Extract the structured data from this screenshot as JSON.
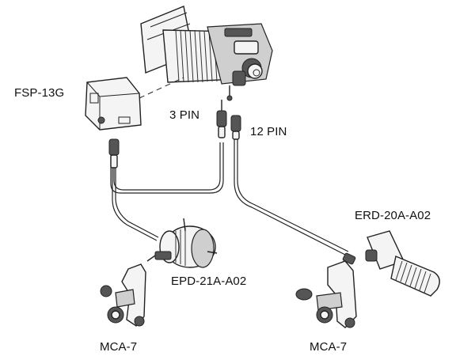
{
  "labels": {
    "fsp": "FSP-13G",
    "pin3": "3 PIN",
    "pin12": "12 PIN",
    "erd": "ERD-20A-A02",
    "epd": "EPD-21A-A02",
    "mca_left": "MCA-7",
    "mca_right": "MCA-7"
  }
}
